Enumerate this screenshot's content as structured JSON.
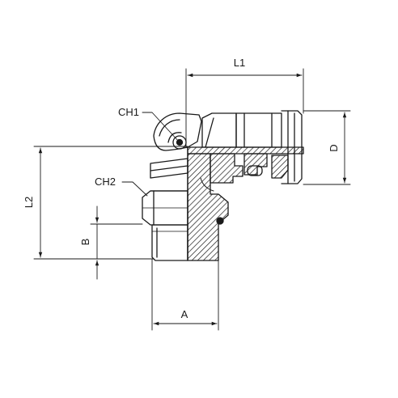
{
  "labels": {
    "l1": "L1",
    "l2": "L2",
    "d": "D",
    "a": "A",
    "b": "B",
    "ch1": "CH1",
    "ch2": "CH2"
  },
  "colors": {
    "line": "#1a1a1a",
    "hatch": "#1a1a1a",
    "background": "#ffffff"
  }
}
